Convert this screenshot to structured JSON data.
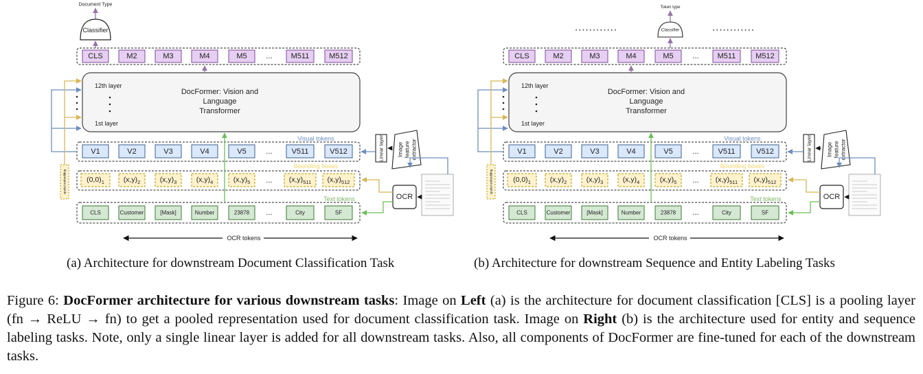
{
  "panel_a": {
    "top_label": "Document Type",
    "classifier": "Classifier",
    "outputs": [
      "CLS",
      "M2",
      "M3",
      "M4",
      "M5",
      "...",
      "M511",
      "M512"
    ],
    "transformer_title": "DocFormer: Vision and Language Transformer",
    "layer_top": "12th layer",
    "layer_bottom": "1st layer",
    "visual_label": "Visual tokens",
    "visual": [
      "V1",
      "V2",
      "V3",
      "V4",
      "V5",
      "...",
      "V511",
      "V512"
    ],
    "bbox_label": "Bounding boxes",
    "bboxes": [
      "(0,0)1",
      "(x,y)2",
      "(x,y)3",
      "(x,y)4",
      "(x,y)5",
      "...",
      "(x,y)511",
      "(x,y)512"
    ],
    "text_label": "Text tokens",
    "text": [
      "CLS",
      "Customer",
      "[Mask]",
      "Number",
      "23878",
      "...",
      "City",
      "SF"
    ],
    "spatial": "spatial embedding",
    "linear": "Linear layer",
    "image_extractor": "Image feature extractor",
    "ocr": "OCR",
    "ocr_tokens": "OCR tokens"
  },
  "panel_b": {
    "top_label": "Token type",
    "classifier": "Classifier",
    "dots_left": "............",
    "dots_right": "............",
    "outputs": [
      "CLS",
      "M2",
      "M3",
      "M4",
      "M5",
      "...",
      "M511",
      "M512"
    ],
    "transformer_title": "DocFormer: Vision and Language Transformer",
    "layer_top": "12th layer",
    "layer_bottom": "1st layer",
    "visual_label": "Visual tokens",
    "visual": [
      "V1",
      "V2",
      "V3",
      "V4",
      "V5",
      "...",
      "V511",
      "V512"
    ],
    "bbox_label": "Bounding boxes",
    "bboxes": [
      "(0,0)1",
      "(x,y)2",
      "(x,y)3",
      "(x,y)4",
      "(x,y)5",
      "...",
      "(x,y)511",
      "(x,y)512"
    ],
    "text_label": "Text tokens",
    "text": [
      "CLS",
      "Customer",
      "[Mask]",
      "Number",
      "23878",
      "...",
      "City",
      "SF"
    ],
    "spatial": "spatial embedding",
    "linear": "Linear layer",
    "image_extractor": "Image feature extractor",
    "ocr": "OCR",
    "ocr_tokens": "OCR tokens"
  },
  "subcaption_a": "(a) Architecture for downstream Document Classification Task",
  "subcaption_b": "(b) Architecture for downstream Sequence and Entity Labeling Tasks",
  "caption": {
    "prefix": "Figure 6: ",
    "bold_title": "DocFormer architecture for various downstream tasks",
    "part1": ": Image on ",
    "left_word": "Left",
    "part2": " (a) is the architecture for document classification [CLS] is a pooling layer (fn → ReLU → fn) to get a pooled representation used for document classification task. Image on ",
    "right_word": "Right",
    "part3": " (b) is the architecture used for entity and sequence labeling tasks. Note, only a single linear layer is added for all downstream tasks. Also, all components of DocFormer are fine-tuned for each of the downstream tasks."
  },
  "colors": {
    "output_fill": "#e6cff2",
    "output_stroke": "#7d4a99",
    "visual_fill": "#dae8fc",
    "visual_stroke": "#3c5f8c",
    "visual_label": "#6c8ebf",
    "bbox_fill": "#fff2cc",
    "bbox_stroke": "#b09500",
    "bbox_label": "#f2d56b",
    "text_fill": "#d5e8d4",
    "text_stroke": "#3b7a33",
    "text_label": "#82b366",
    "arrow_purple": "#9673a6",
    "arrow_green": "#6abf54",
    "arrow_blue": "#6c8ebf",
    "arrow_yellow": "#d6b656"
  }
}
